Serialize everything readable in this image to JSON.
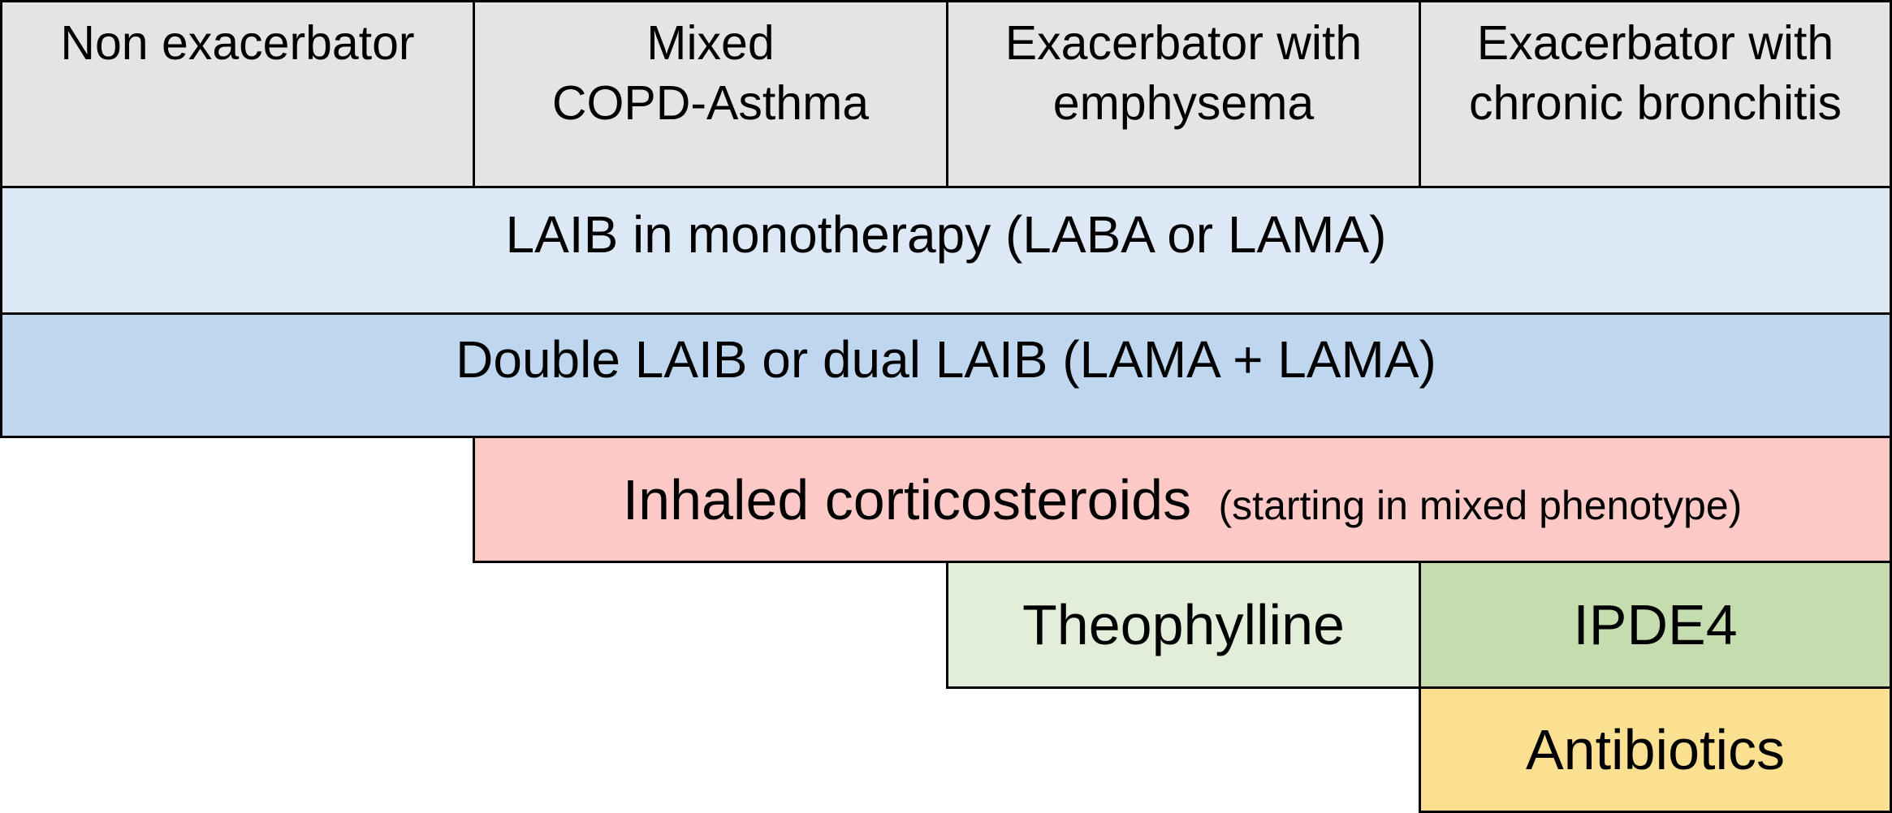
{
  "palette": {
    "background": "#ffffff",
    "border": "#000000",
    "text": "#000000",
    "header_bg": "#e4e4e3",
    "laib_monotherapy_bg": "#dce8f5",
    "double_laib_bg": "#bed7ee",
    "inhaled_corticosteroids_bg": "#fcc9c7",
    "theophylline_bg": "#e2eed9",
    "ipde4_bg": "#c5dcae",
    "antibiotics_bg": "#fbe092"
  },
  "phenotype_columns": [
    {
      "label": "Non exacerbator"
    },
    {
      "label": "Mixed\nCOPD-Asthma"
    },
    {
      "label": "Exacerbator with\nemphysema"
    },
    {
      "label": "Exacerbator with\nchronic bronchitis"
    }
  ],
  "treatment_rows": [
    {
      "label": "LAIB in monotherapy (LABA or LAMA)",
      "column_span": {
        "from": 0,
        "to": 3
      }
    },
    {
      "label": "Double LAIB or dual LAIB (LAMA + LAMA)",
      "column_span": {
        "from": 0,
        "to": 3
      }
    },
    {
      "label": "Inhaled corticosteroids",
      "note": "(starting in mixed phenotype)",
      "column_span": {
        "from": 1,
        "to": 3
      }
    },
    {
      "label": "Theophylline",
      "column_span": {
        "from": 2,
        "to": 2
      }
    },
    {
      "label": "IPDE4",
      "column_span": {
        "from": 3,
        "to": 3
      }
    },
    {
      "label": "Antibiotics",
      "column_span": {
        "from": 3,
        "to": 3
      }
    }
  ]
}
